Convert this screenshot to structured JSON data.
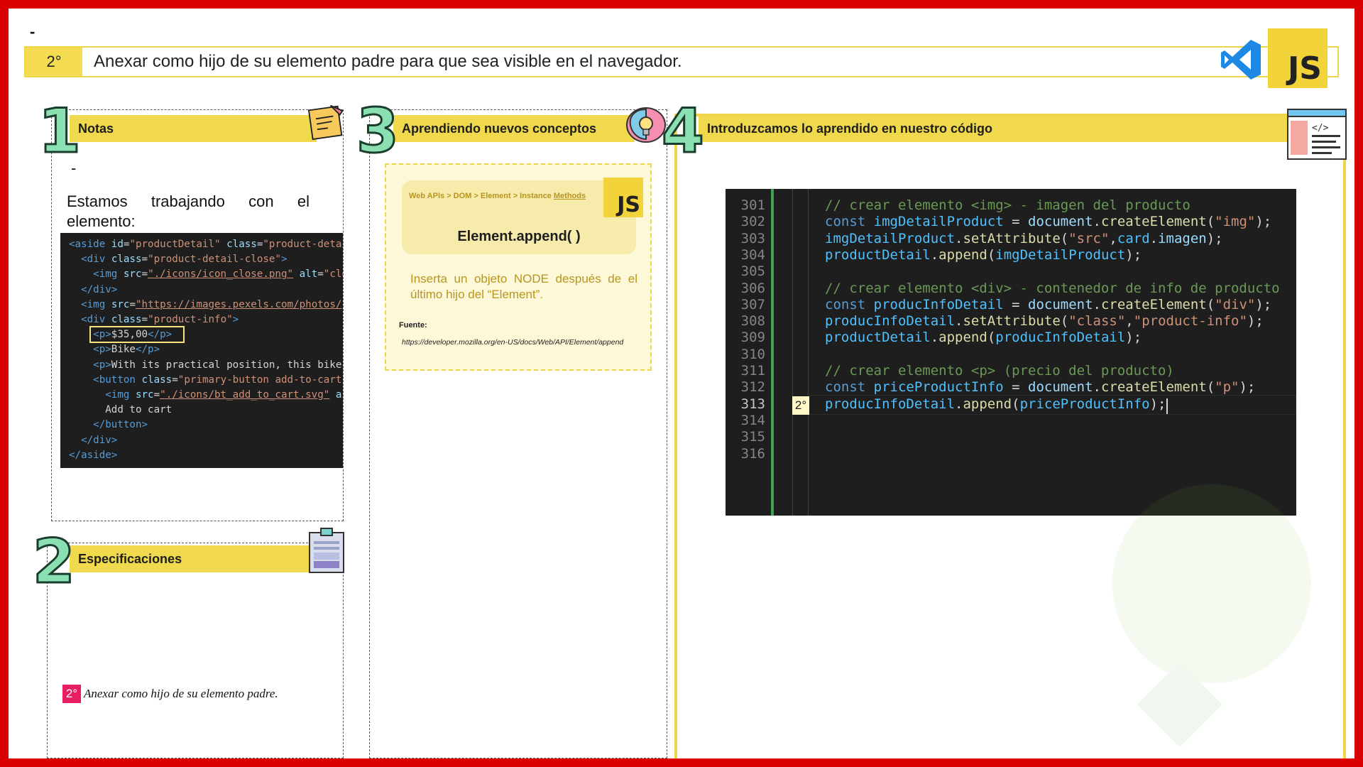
{
  "top_dash": "-",
  "step": {
    "number": "2°",
    "title": "Anexar como hijo de su elemento padre para que sea visible en el navegador."
  },
  "badges": {
    "js": "JS",
    "vscode_icon": "vscode-icon"
  },
  "sections": {
    "notes": {
      "num": "1",
      "title": "Notas",
      "dash": "-",
      "text": "Estamos trabajando con el elemento:"
    },
    "specs": {
      "num": "2",
      "title": "Especificaciones",
      "note_num": "2°",
      "note_text": "Anexar como hijo de su elemento padre."
    },
    "concepts": {
      "num": "3",
      "title": "Aprendiendo nuevos conceptos",
      "crumbs": "Web APIs > DOM > Element > Instance ",
      "crumbs_link": "Methods",
      "method": "Element.append( )",
      "js": "JS",
      "desc": "Inserta un objeto NODE después de el último hijo del “Element”.",
      "source_label": "Fuente:",
      "source_url": "https://developer.mozilla.org/en-US/docs/Web/API/Element/append"
    },
    "code": {
      "num": "4",
      "title": "Introduzcamos lo aprendido en nuestro código"
    }
  },
  "html_snippet": [
    "<aside id=\"productDetail\" class=\"product-detail\">",
    "  <div class=\"product-detail-close\">",
    "    <img src=\"./icons/icon_close.png\" alt=\"close\">",
    "  </div>",
    "  <img src=\"https://images.pexels.com/photos/",
    "  <div class=\"product-info\">",
    "    <p>$35,00</p>",
    "    <p>Bike</p>",
    "    <p>With its practical position, this bike",
    "    <button class=\"primary-button add-to-cart",
    "      <img src=\"./icons/bt_add_to_cart.svg\" a",
    "      Add to cart",
    "    </button>",
    "  </div>",
    "</aside>"
  ],
  "editor": {
    "line_numbers": [
      "301",
      "302",
      "303",
      "304",
      "305",
      "306",
      "307",
      "308",
      "309",
      "310",
      "311",
      "312",
      "313",
      "314",
      "315",
      "316"
    ],
    "active_line": "313",
    "badge": "2°",
    "lines": [
      "// crear elemento <img> - imagen del producto",
      "const imgDetailProduct = document.createElement(\"img\");",
      "imgDetailProduct.setAttribute(\"src\",card.imagen);",
      "productDetail.append(imgDetailProduct);",
      "",
      "// crear elemento <div> - contenedor de info de producto",
      "const producInfoDetail = document.createElement(\"div\");",
      "producInfoDetail.setAttribute(\"class\",\"product-info\");",
      "productDetail.append(producInfoDetail);",
      "",
      "// crear elemento <p> (precio del producto)",
      "const priceProductInfo = document.createElement(\"p\");",
      "producInfoDetail.append(priceProductInfo);",
      "",
      "",
      ""
    ]
  },
  "colors": {
    "frame": "#d80000",
    "accent_yellow": "#f0d94c",
    "mint": "#8be0b2",
    "editor_bg": "#1e1e1e"
  }
}
